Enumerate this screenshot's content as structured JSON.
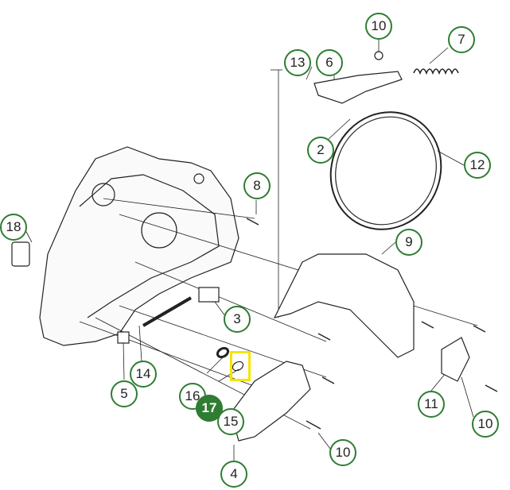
{
  "diagram": {
    "selected_part": "17",
    "accent_color": "#2e7d32",
    "highlight_color": "#f5e400",
    "callouts": [
      {
        "label": "10"
      },
      {
        "label": "7"
      },
      {
        "label": "13"
      },
      {
        "label": "6"
      },
      {
        "label": "2"
      },
      {
        "label": "12"
      },
      {
        "label": "8"
      },
      {
        "label": "18"
      },
      {
        "label": "9"
      },
      {
        "label": "3"
      },
      {
        "label": "14"
      },
      {
        "label": "5"
      },
      {
        "label": "16"
      },
      {
        "label": "17"
      },
      {
        "label": "15"
      },
      {
        "label": "11"
      },
      {
        "label": "10"
      },
      {
        "label": "10"
      },
      {
        "label": "4"
      }
    ]
  }
}
